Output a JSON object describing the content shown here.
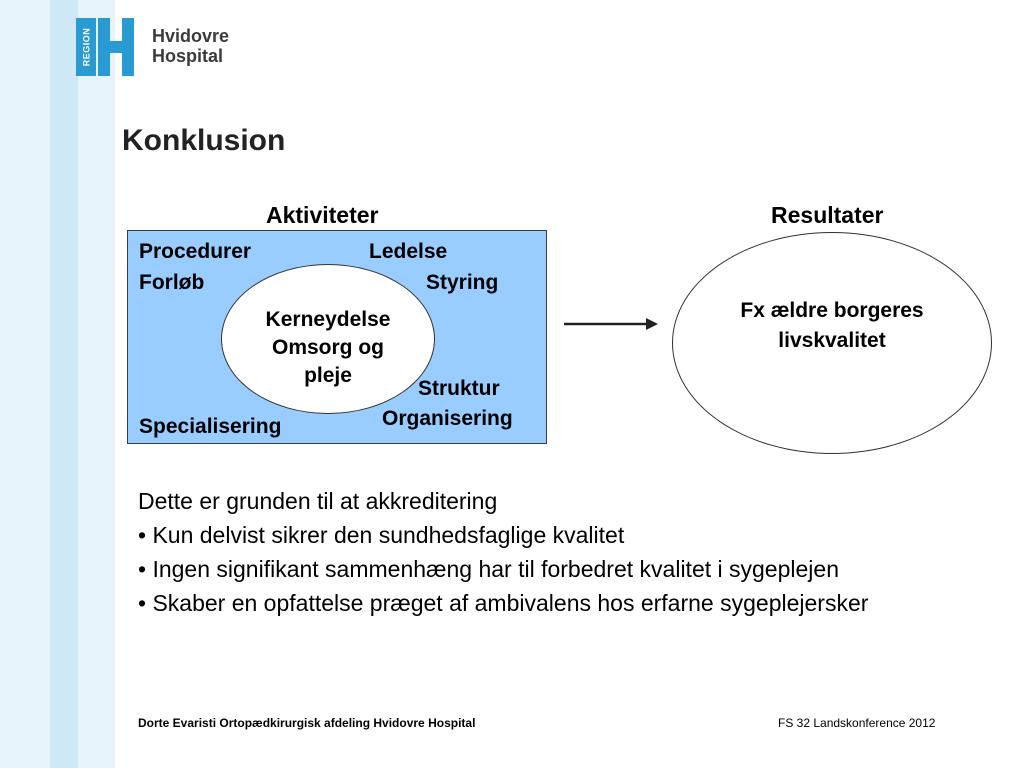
{
  "logo": {
    "badge": "REGION",
    "name_line1": "Hvidovre",
    "name_line2": "Hospital",
    "color": "#2a9ad3"
  },
  "slide": {
    "title": "Konklusion",
    "activities_label": "Aktiviteter",
    "results_label": "Resultater"
  },
  "activities": {
    "procedurer": "Procedurer",
    "ledelse": "Ledelse",
    "forlob": "Forløb",
    "styring": "Styring",
    "struktur": "Struktur",
    "organisering": "Organisering",
    "specialisering": "Specialisering",
    "core_line1": "Kerneydelse",
    "core_line2": "Omsorg og",
    "core_line3": "pleje"
  },
  "results": {
    "line1": "Fx ældre borgeres",
    "line2": "livskvalitet"
  },
  "body": {
    "intro": "Dette er grunden til at akkreditering",
    "bullet1": "• Kun delvist sikrer den sundhedsfaglige kvalitet",
    "bullet2": "• Ingen signifikant sammenhæng har til forbedret kvalitet i sygeplejen",
    "bullet3": "• Skaber en opfattelse præget af ambivalens hos erfarne sygeplejersker"
  },
  "footer": {
    "left": "Dorte Evaristi  Ortopædkirurgisk afdeling Hvidovre Hospital",
    "right": "FS 32 Landskonference 2012"
  },
  "colors": {
    "activity_box": "#99ccff",
    "side_band_outer": "#e6f3fa",
    "side_band_inner": "#cfe8f6"
  }
}
